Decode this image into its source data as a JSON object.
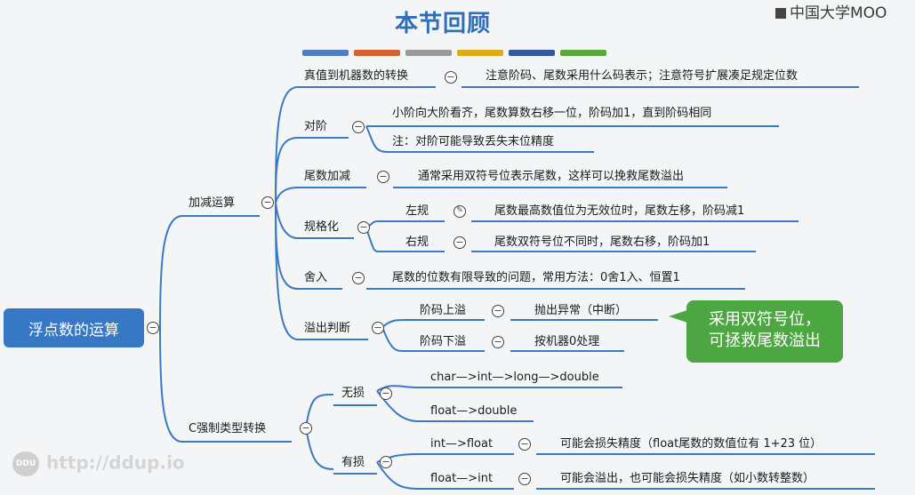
{
  "title": "本节回顾",
  "color_bars": [
    "#4f7fc2",
    "#d0652e",
    "#9a9a9a",
    "#e0ab19",
    "#34579d",
    "#5aa83a"
  ],
  "logo": "中国大学MOO",
  "watermark": "http://ddup.io",
  "watermark_badge": "DDU",
  "root": "浮点数的运算",
  "branches": {
    "add": "加减运算",
    "cast": "C强制类型转换"
  },
  "nodes": {
    "true_to_machine": "真值到机器数的转换",
    "true_to_machine_note": "注意阶码、尾数采用什么码表示；注意符号扩展凑足规定位数",
    "align": "对阶",
    "align_note1": "小阶向大阶看齐，尾数算数右移一位，阶码加1，直到阶码相同",
    "align_note2": "注：对阶可能导致丢失末位精度",
    "mantissa_add": "尾数加减",
    "mantissa_add_note": "通常采用双符号位表示尾数，这样可以挽救尾数溢出",
    "normalize": "规格化",
    "left_norm": "左规",
    "left_norm_note": "尾数最高数值位为无效位时，尾数左移，阶码减1",
    "right_norm": "右规",
    "right_norm_note": "尾数双符号位不同时，尾数右移，阶码加1",
    "round": "舍入",
    "round_note": "尾数的位数有限导致的问题，常用方法：0舍1入、恒置1",
    "overflow": "溢出判断",
    "exp_over": "阶码上溢",
    "exp_over_note": "抛出异常（中断）",
    "exp_under": "阶码下溢",
    "exp_under_note": "按机器0处理",
    "lossless": "无损",
    "lossless_1": "char—>int—>long—>double",
    "lossless_2": "float—>double",
    "lossy": "有损",
    "lossy_1": "int—>float",
    "lossy_1_note": "可能会损失精度（float尾数的数值位有 1+23 位）",
    "lossy_2": "float—>int",
    "lossy_2_note": "可能会溢出，也可能会损失精度（如小数转整数）"
  },
  "callout": {
    "line1": "采用双符号位，",
    "line2": "可拯救尾数溢出"
  },
  "icons": [
    "collapse-icon",
    "edit-icon",
    "cube-logo-icon"
  ]
}
